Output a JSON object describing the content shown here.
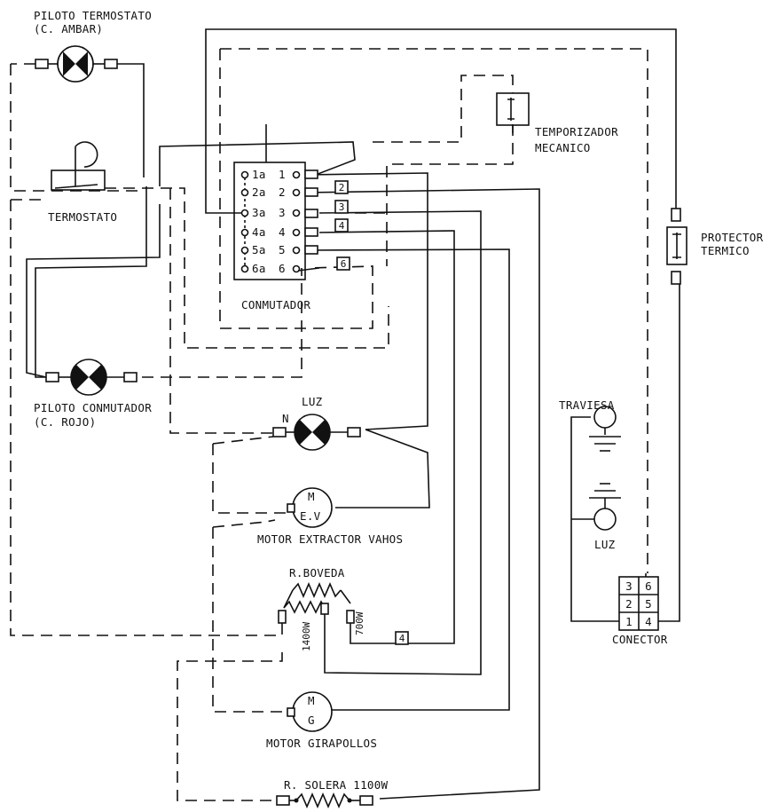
{
  "labels": {
    "piloto_termostato_1": "PILOTO TERMOSTATO",
    "piloto_termostato_2": "(C. AMBAR)",
    "termostato": "TERMOSTATO",
    "temporizador_1": "TEMPORIZADOR",
    "temporizador_2": "MECANICO",
    "protector_1": "PROTECTOR",
    "protector_2": "TERMICO",
    "conmutador": "CONMUTADOR",
    "piloto_conmutador_1": "PILOTO CONMUTADOR",
    "piloto_conmutador_2": "(C. ROJO)",
    "luz_top": "LUZ",
    "neutral": "N",
    "traviesa": "TRAVIESA",
    "luz_right": "LUZ",
    "motor_extractor": "MOTOR EXTRACTOR VAHOS",
    "ev": "E.V",
    "m1": "M",
    "r_boveda": "R.BOVEDA",
    "w1400": "1400W",
    "w700": "700W",
    "conector": "CONECTOR",
    "motor_girapollos": "MOTOR GIRAPOLLOS",
    "m2": "M",
    "g": "G",
    "r_solera": "R. SOLERA 1100W"
  },
  "switch_terminals": {
    "left": [
      "1a",
      "2a",
      "3a",
      "4a",
      "5a",
      "6a"
    ],
    "right": [
      "1",
      "2",
      "3",
      "4",
      "5",
      "6"
    ]
  },
  "wire_tags": [
    "2",
    "3",
    "4",
    "6"
  ],
  "resistor_tag": "4",
  "connector_cells": [
    [
      "3",
      "6"
    ],
    [
      "2",
      "5"
    ],
    [
      "1",
      "4"
    ]
  ]
}
